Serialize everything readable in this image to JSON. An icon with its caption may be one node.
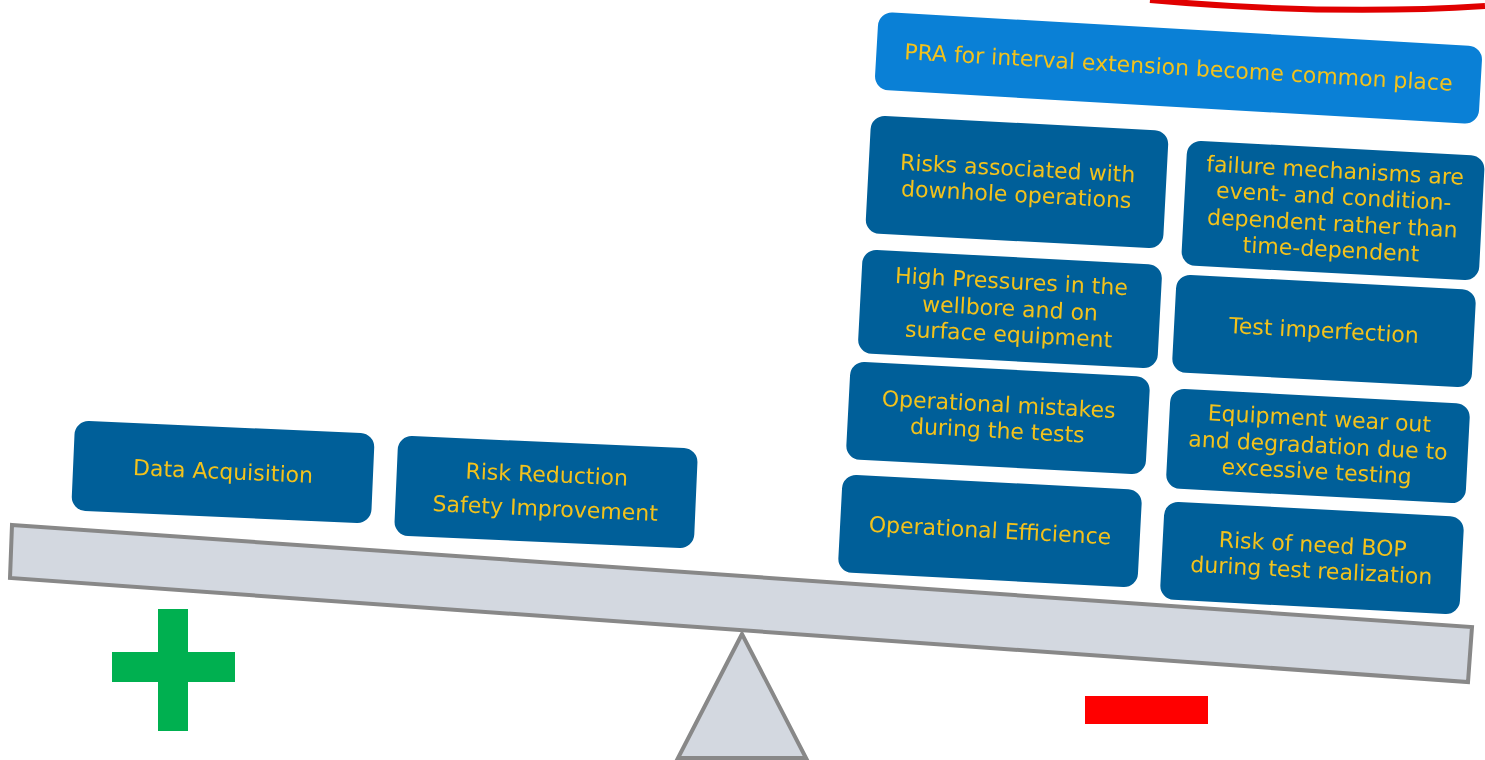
{
  "diagram": {
    "nodes": [
      {
        "text": [
          "Data Acquisition"
        ]
      },
      {
        "text": [
          "Risk Reduction",
          "Safety Improvement"
        ]
      },
      {
        "text": [
          "PRA for interval extension become common place"
        ]
      },
      {
        "text": [
          "Risks associated with downhole operations"
        ]
      },
      {
        "text": [
          "failure mechanisms are event- and condition-dependent rather than time-dependent"
        ]
      },
      {
        "text": [
          "High Pressures in the wellbore and on surface equipment"
        ]
      },
      {
        "text": [
          "Test imperfection"
        ]
      },
      {
        "text": [
          "Operational mistakes during the tests"
        ]
      },
      {
        "text": [
          "Equipment wear out and degradation due to excessive testing"
        ]
      },
      {
        "text": [
          "Operational Efficience"
        ]
      },
      {
        "text": [
          "Risk of need BOP during test realization"
        ]
      }
    ]
  }
}
